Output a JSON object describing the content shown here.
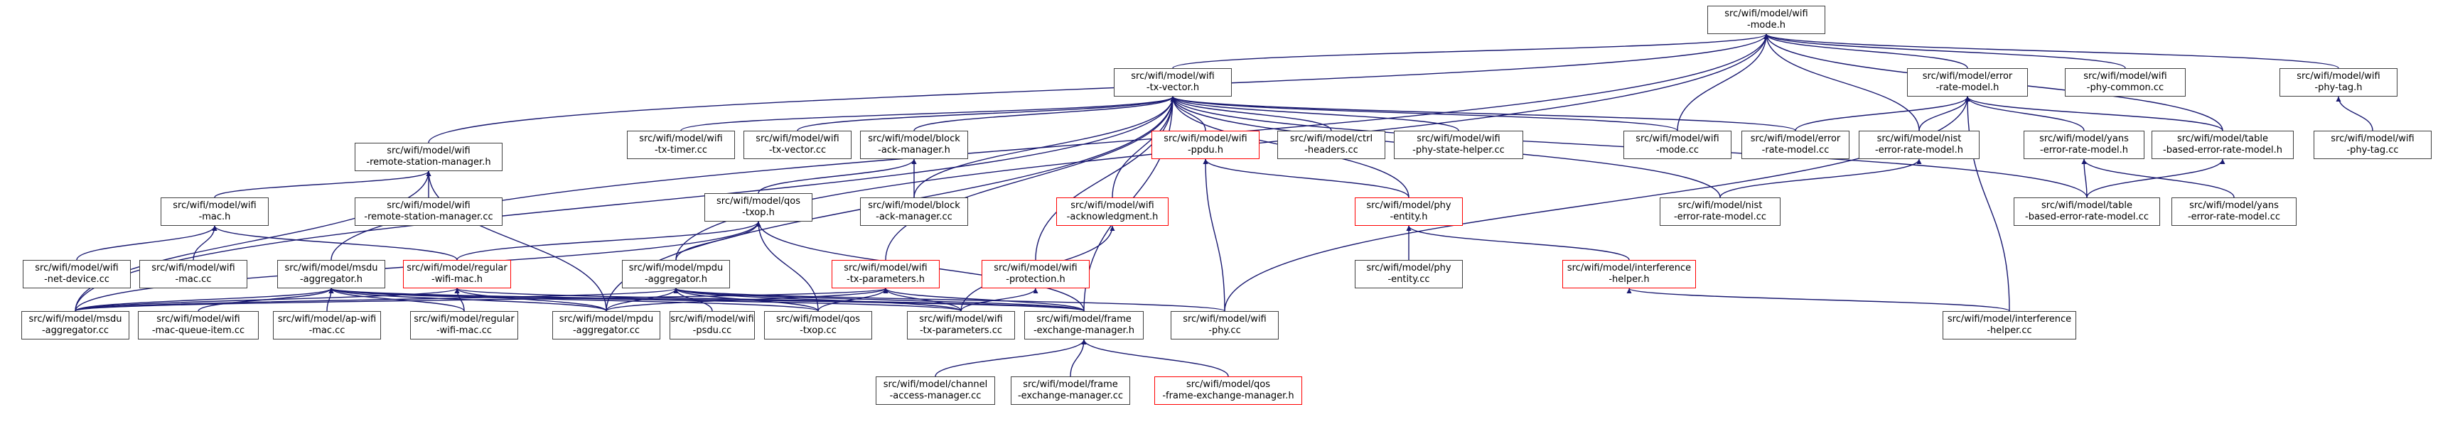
{
  "nodes": {
    "wifi_mode_h": {
      "lines": [
        "src/wifi/model/wifi",
        "-mode.h"
      ],
      "style": "root"
    },
    "wifi_tx_vector_h": {
      "lines": [
        "src/wifi/model/wifi",
        "-tx-vector.h"
      ],
      "style": "normal"
    },
    "error_rate_model_h": {
      "lines": [
        "src/wifi/model/error",
        "-rate-model.h"
      ],
      "style": "normal"
    },
    "wifi_phy_common_cc": {
      "lines": [
        "src/wifi/model/wifi",
        "-phy-common.cc"
      ],
      "style": "normal"
    },
    "wifi_phy_tag_h": {
      "lines": [
        "src/wifi/model/wifi",
        "-phy-tag.h"
      ],
      "style": "normal"
    },
    "wifi_phy_tag_cc": {
      "lines": [
        "src/wifi/model/wifi",
        "-phy-tag.cc"
      ],
      "style": "normal"
    },
    "remote_station_manager_h": {
      "lines": [
        "src/wifi/model/wifi",
        "-remote-station-manager.h"
      ],
      "style": "normal"
    },
    "wifi_tx_timer_cc": {
      "lines": [
        "src/wifi/model/wifi",
        "-tx-timer.cc"
      ],
      "style": "normal"
    },
    "wifi_tx_vector_cc": {
      "lines": [
        "src/wifi/model/wifi",
        "-tx-vector.cc"
      ],
      "style": "normal"
    },
    "block_ack_manager_h": {
      "lines": [
        "src/wifi/model/block",
        "-ack-manager.h"
      ],
      "style": "normal"
    },
    "wifi_ppdu_h": {
      "lines": [
        "src/wifi/model/wifi",
        "-ppdu.h"
      ],
      "style": "red"
    },
    "ctrl_headers_cc": {
      "lines": [
        "src/wifi/model/ctrl",
        "-headers.cc"
      ],
      "style": "normal"
    },
    "phy_state_helper_cc": {
      "lines": [
        "src/wifi/model/wifi",
        "-phy-state-helper.cc"
      ],
      "style": "normal"
    },
    "wifi_mode_cc": {
      "lines": [
        "src/wifi/model/wifi",
        "-mode.cc"
      ],
      "style": "normal"
    },
    "error_rate_model_cc": {
      "lines": [
        "src/wifi/model/error",
        "-rate-model.cc"
      ],
      "style": "normal"
    },
    "nist_error_rate_model_h": {
      "lines": [
        "src/wifi/model/nist",
        "-error-rate-model.h"
      ],
      "style": "normal"
    },
    "yans_error_rate_model_h": {
      "lines": [
        "src/wifi/model/yans",
        "-error-rate-model.h"
      ],
      "style": "normal"
    },
    "table_error_rate_model_h": {
      "lines": [
        "src/wifi/model/table",
        "-based-error-rate-model.h"
      ],
      "style": "normal"
    },
    "remote_station_manager_cc": {
      "lines": [
        "src/wifi/model/wifi",
        "-remote-station-manager.cc"
      ],
      "style": "normal"
    },
    "wifi_mac_h": {
      "lines": [
        "src/wifi/model/wifi",
        "-mac.h"
      ],
      "style": "normal"
    },
    "qos_txop_h": {
      "lines": [
        "src/wifi/model/qos",
        "-txop.h"
      ],
      "style": "normal"
    },
    "block_ack_manager_cc": {
      "lines": [
        "src/wifi/model/block",
        "-ack-manager.cc"
      ],
      "style": "normal"
    },
    "wifi_acknowledgment_h": {
      "lines": [
        "src/wifi/model/wifi",
        "-acknowledgment.h"
      ],
      "style": "red"
    },
    "phy_entity_h": {
      "lines": [
        "src/wifi/model/phy",
        "-entity.h"
      ],
      "style": "red"
    },
    "nist_error_rate_model_cc": {
      "lines": [
        "src/wifi/model/nist",
        "-error-rate-model.cc"
      ],
      "style": "normal"
    },
    "table_error_rate_model_cc": {
      "lines": [
        "src/wifi/model/table",
        "-based-error-rate-model.cc"
      ],
      "style": "normal"
    },
    "yans_error_rate_model_cc": {
      "lines": [
        "src/wifi/model/yans",
        "-error-rate-model.cc"
      ],
      "style": "normal"
    },
    "wifi_net_device_cc": {
      "lines": [
        "src/wifi/model/wifi",
        "-net-device.cc"
      ],
      "style": "normal"
    },
    "wifi_mac_cc": {
      "lines": [
        "src/wifi/model/wifi",
        "-mac.cc"
      ],
      "style": "normal"
    },
    "msdu_aggregator_h": {
      "lines": [
        "src/wifi/model/msdu",
        "-aggregator.h"
      ],
      "style": "normal"
    },
    "regular_wifi_mac_h": {
      "lines": [
        "src/wifi/model/regular",
        "-wifi-mac.h"
      ],
      "style": "red"
    },
    "mpdu_aggregator_h": {
      "lines": [
        "src/wifi/model/mpdu",
        "-aggregator.h"
      ],
      "style": "normal"
    },
    "wifi_tx_parameters_h": {
      "lines": [
        "src/wifi/model/wifi",
        "-tx-parameters.h"
      ],
      "style": "red"
    },
    "wifi_protection_h": {
      "lines": [
        "src/wifi/model/wifi",
        "-protection.h"
      ],
      "style": "red"
    },
    "phy_entity_cc": {
      "lines": [
        "src/wifi/model/phy",
        "-entity.cc"
      ],
      "style": "normal"
    },
    "interference_helper_h": {
      "lines": [
        "src/wifi/model/interference",
        "-helper.h"
      ],
      "style": "red"
    },
    "msdu_aggregator_cc": {
      "lines": [
        "src/wifi/model/msdu",
        "-aggregator.cc"
      ],
      "style": "normal"
    },
    "mac_queue_item_cc": {
      "lines": [
        "src/wifi/model/wifi",
        "-mac-queue-item.cc"
      ],
      "style": "normal"
    },
    "ap_wifi_mac_cc": {
      "lines": [
        "src/wifi/model/ap-wifi",
        "-mac.cc"
      ],
      "style": "normal"
    },
    "regular_wifi_mac_cc": {
      "lines": [
        "src/wifi/model/regular",
        "-wifi-mac.cc"
      ],
      "style": "normal"
    },
    "mpdu_aggregator_cc": {
      "lines": [
        "src/wifi/model/mpdu",
        "-aggregator.cc"
      ],
      "style": "normal"
    },
    "wifi_psdu_cc": {
      "lines": [
        "src/wifi/model/wifi",
        "-psdu.cc"
      ],
      "style": "normal"
    },
    "qos_txop_cc": {
      "lines": [
        "src/wifi/model/qos",
        "-txop.cc"
      ],
      "style": "normal"
    },
    "wifi_tx_parameters_cc": {
      "lines": [
        "src/wifi/model/wifi",
        "-tx-parameters.cc"
      ],
      "style": "normal"
    },
    "frame_exchange_manager_h": {
      "lines": [
        "src/wifi/model/frame",
        "-exchange-manager.h"
      ],
      "style": "normal"
    },
    "wifi_phy_cc": {
      "lines": [
        "src/wifi/model/wifi",
        "-phy.cc"
      ],
      "style": "normal"
    },
    "interference_helper_cc": {
      "lines": [
        "src/wifi/model/interference",
        "-helper.cc"
      ],
      "style": "normal"
    },
    "channel_access_manager_cc": {
      "lines": [
        "src/wifi/model/channel",
        "-access-manager.cc"
      ],
      "style": "normal"
    },
    "frame_exchange_manager_cc": {
      "lines": [
        "src/wifi/model/frame",
        "-exchange-manager.cc"
      ],
      "style": "normal"
    },
    "qos_frame_exchange_manager_h": {
      "lines": [
        "src/wifi/model/qos",
        "-frame-exchange-manager.h"
      ],
      "style": "red"
    }
  },
  "edges": [
    [
      "wifi_tx_vector_h",
      "wifi_mode_h"
    ],
    [
      "error_rate_model_h",
      "wifi_mode_h"
    ],
    [
      "wifi_phy_common_cc",
      "wifi_mode_h"
    ],
    [
      "wifi_phy_tag_h",
      "wifi_mode_h"
    ],
    [
      "remote_station_manager_h",
      "wifi_mode_h"
    ],
    [
      "wifi_mode_cc",
      "wifi_mode_h"
    ],
    [
      "nist_error_rate_model_h",
      "wifi_mode_h"
    ],
    [
      "table_error_rate_model_h",
      "wifi_mode_h"
    ],
    [
      "msdu_aggregator_h",
      "wifi_mode_h"
    ],
    [
      "mpdu_aggregator_h",
      "wifi_mode_h"
    ],
    [
      "wifi_phy_tag_cc",
      "wifi_phy_tag_h"
    ],
    [
      "wifi_tx_timer_cc",
      "wifi_tx_vector_h"
    ],
    [
      "wifi_tx_vector_cc",
      "wifi_tx_vector_h"
    ],
    [
      "block_ack_manager_h",
      "wifi_tx_vector_h"
    ],
    [
      "wifi_ppdu_h",
      "wifi_tx_vector_h"
    ],
    [
      "ctrl_headers_cc",
      "wifi_tx_vector_h"
    ],
    [
      "phy_state_helper_cc",
      "wifi_tx_vector_h"
    ],
    [
      "wifi_mode_cc",
      "wifi_tx_vector_h"
    ],
    [
      "error_rate_model_cc",
      "wifi_tx_vector_h"
    ],
    [
      "nist_error_rate_model_cc",
      "wifi_tx_vector_h"
    ],
    [
      "table_error_rate_model_cc",
      "wifi_tx_vector_h"
    ],
    [
      "block_ack_manager_cc",
      "wifi_tx_vector_h"
    ],
    [
      "wifi_acknowledgment_h",
      "wifi_tx_vector_h"
    ],
    [
      "phy_entity_h",
      "wifi_tx_vector_h"
    ],
    [
      "wifi_tx_parameters_h",
      "wifi_tx_vector_h"
    ],
    [
      "wifi_protection_h",
      "wifi_tx_vector_h"
    ],
    [
      "frame_exchange_manager_h",
      "wifi_tx_vector_h"
    ],
    [
      "msdu_aggregator_cc",
      "wifi_tx_vector_h"
    ],
    [
      "mpdu_aggregator_cc",
      "wifi_tx_vector_h"
    ],
    [
      "error_rate_model_cc",
      "error_rate_model_h"
    ],
    [
      "nist_error_rate_model_h",
      "error_rate_model_h"
    ],
    [
      "yans_error_rate_model_h",
      "error_rate_model_h"
    ],
    [
      "table_error_rate_model_h",
      "error_rate_model_h"
    ],
    [
      "interference_helper_cc",
      "error_rate_model_h"
    ],
    [
      "wifi_phy_cc",
      "error_rate_model_h"
    ],
    [
      "nist_error_rate_model_cc",
      "nist_error_rate_model_h"
    ],
    [
      "table_error_rate_model_cc",
      "yans_error_rate_model_h"
    ],
    [
      "yans_error_rate_model_cc",
      "yans_error_rate_model_h"
    ],
    [
      "table_error_rate_model_cc",
      "table_error_rate_model_h"
    ],
    [
      "remote_station_manager_cc",
      "remote_station_manager_h"
    ],
    [
      "wifi_mac_h",
      "remote_station_manager_h"
    ],
    [
      "mpdu_aggregator_cc",
      "remote_station_manager_h"
    ],
    [
      "msdu_aggregator_cc",
      "remote_station_manager_h"
    ],
    [
      "wifi_net_device_cc",
      "wifi_mac_h"
    ],
    [
      "wifi_mac_cc",
      "wifi_mac_h"
    ],
    [
      "regular_wifi_mac_h",
      "wifi_mac_h"
    ],
    [
      "block_ack_manager_cc",
      "block_ack_manager_h"
    ],
    [
      "qos_txop_h",
      "block_ack_manager_h"
    ],
    [
      "regular_wifi_mac_h",
      "qos_txop_h"
    ],
    [
      "mpdu_aggregator_h",
      "qos_txop_h"
    ],
    [
      "qos_txop_cc",
      "qos_txop_h"
    ],
    [
      "msdu_aggregator_cc",
      "qos_txop_h"
    ],
    [
      "frame_exchange_manager_h",
      "qos_txop_h"
    ],
    [
      "phy_entity_h",
      "wifi_ppdu_h"
    ],
    [
      "wifi_phy_cc",
      "wifi_ppdu_h"
    ],
    [
      "phy_entity_cc",
      "phy_entity_h"
    ],
    [
      "interference_helper_h",
      "phy_entity_h"
    ],
    [
      "interference_helper_cc",
      "interference_helper_h"
    ],
    [
      "wifi_tx_parameters_cc",
      "wifi_acknowledgment_h"
    ],
    [
      "wifi_tx_parameters_cc",
      "wifi_protection_h"
    ],
    [
      "msdu_aggregator_cc",
      "msdu_aggregator_h"
    ],
    [
      "mac_queue_item_cc",
      "msdu_aggregator_h"
    ],
    [
      "ap_wifi_mac_cc",
      "msdu_aggregator_h"
    ],
    [
      "regular_wifi_mac_cc",
      "msdu_aggregator_h"
    ],
    [
      "mpdu_aggregator_cc",
      "msdu_aggregator_h"
    ],
    [
      "qos_txop_cc",
      "msdu_aggregator_h"
    ],
    [
      "wifi_tx_parameters_cc",
      "msdu_aggregator_h"
    ],
    [
      "frame_exchange_manager_h",
      "msdu_aggregator_h"
    ],
    [
      "regular_wifi_mac_cc",
      "regular_wifi_mac_h"
    ],
    [
      "mpdu_aggregator_cc",
      "regular_wifi_mac_h"
    ],
    [
      "msdu_aggregator_cc",
      "regular_wifi_mac_h"
    ],
    [
      "frame_exchange_manager_h",
      "regular_wifi_mac_h"
    ],
    [
      "mpdu_aggregator_cc",
      "mpdu_aggregator_h"
    ],
    [
      "wifi_psdu_cc",
      "mpdu_aggregator_h"
    ],
    [
      "qos_txop_cc",
      "mpdu_aggregator_h"
    ],
    [
      "msdu_aggregator_cc",
      "mpdu_aggregator_h"
    ],
    [
      "wifi_tx_parameters_cc",
      "mpdu_aggregator_h"
    ],
    [
      "frame_exchange_manager_h",
      "mpdu_aggregator_h"
    ],
    [
      "wifi_phy_cc",
      "mpdu_aggregator_h"
    ],
    [
      "msdu_aggregator_cc",
      "wifi_tx_parameters_h"
    ],
    [
      "mpdu_aggregator_cc",
      "wifi_tx_parameters_h"
    ],
    [
      "qos_txop_cc",
      "wifi_tx_parameters_h"
    ],
    [
      "wifi_tx_parameters_cc",
      "wifi_tx_parameters_h"
    ],
    [
      "frame_exchange_manager_h",
      "wifi_tx_parameters_h"
    ],
    [
      "channel_access_manager_cc",
      "frame_exchange_manager_h"
    ],
    [
      "frame_exchange_manager_cc",
      "frame_exchange_manager_h"
    ],
    [
      "qos_frame_exchange_manager_h",
      "frame_exchange_manager_h"
    ]
  ]
}
